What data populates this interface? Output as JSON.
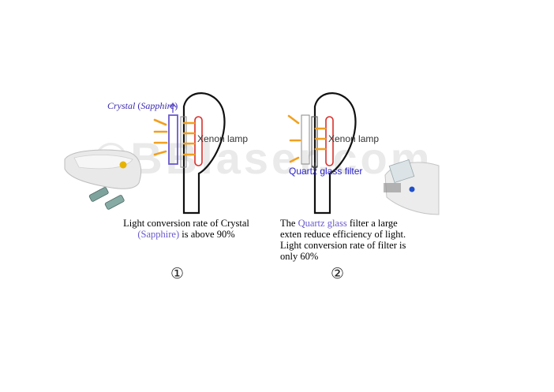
{
  "watermark": "©BBlaser.com",
  "panel1": {
    "crystal_label": "Crystal",
    "sapphire_label": "Sapphire",
    "lamp_label": "Xenon lamp",
    "caption_line1": "Light conversion rate of Crystal",
    "caption_sapphire": "(Sapphire)",
    "caption_rest": " is above 90%",
    "number": "①"
  },
  "panel2": {
    "lamp_label": "Xenon lamp",
    "filter_label": "Quartz glass filter",
    "caption_pre": "The ",
    "caption_highlight": "Quartz glass",
    "caption_post": " filter a large",
    "caption_line2": "exten reduce efficiency of light.",
    "caption_line3": "Light conversion rate of filter is",
    "caption_line4": "only 60%",
    "number": "②"
  },
  "colors": {
    "light_rays": "#f2a01e",
    "crystal": "#6a5acd",
    "lamp": "#d9302c",
    "outline": "#111111"
  }
}
